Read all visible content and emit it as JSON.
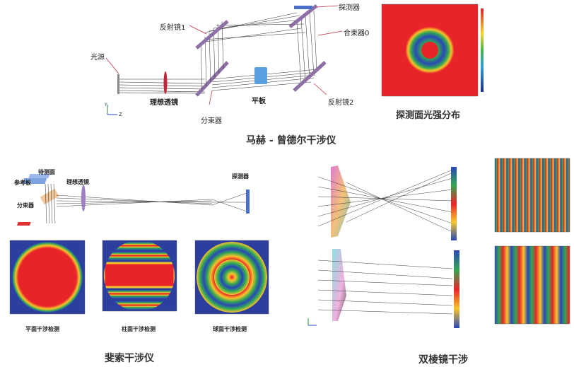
{
  "mz": {
    "labels": {
      "light_source": "光源",
      "ideal_lens": "理想透镜",
      "mirror1": "反射镜1",
      "beam_splitter": "分束器",
      "flat_plate": "平板",
      "combiner": "合束器0",
      "detector": "探测器",
      "mirror2": "反射镜2"
    },
    "axis_y": "Y",
    "axis_z": "Z",
    "caption": "马赫 - 曾德尔干涉仪",
    "intensity_caption": "探测面光强分布"
  },
  "fizeau": {
    "labels": {
      "test_surface": "待测面",
      "reference_plate": "参考板",
      "ideal_lens": "理想透镜",
      "beam_splitter": "分束器",
      "detector": "探测器"
    },
    "tests": [
      {
        "label": "平面干涉检测"
      },
      {
        "label": "柱面干涉检测"
      },
      {
        "label": "球面干涉检测"
      }
    ],
    "caption": "斐索干涉仪"
  },
  "biprism": {
    "caption": "双棱镜干涉"
  },
  "colors": {
    "mirror": "#8e6fa6",
    "lens_red": "#c0283a",
    "plate_blue": "#5aa0e0",
    "ray": "#2a2a2a",
    "map_bg": "#2d3f9e"
  }
}
